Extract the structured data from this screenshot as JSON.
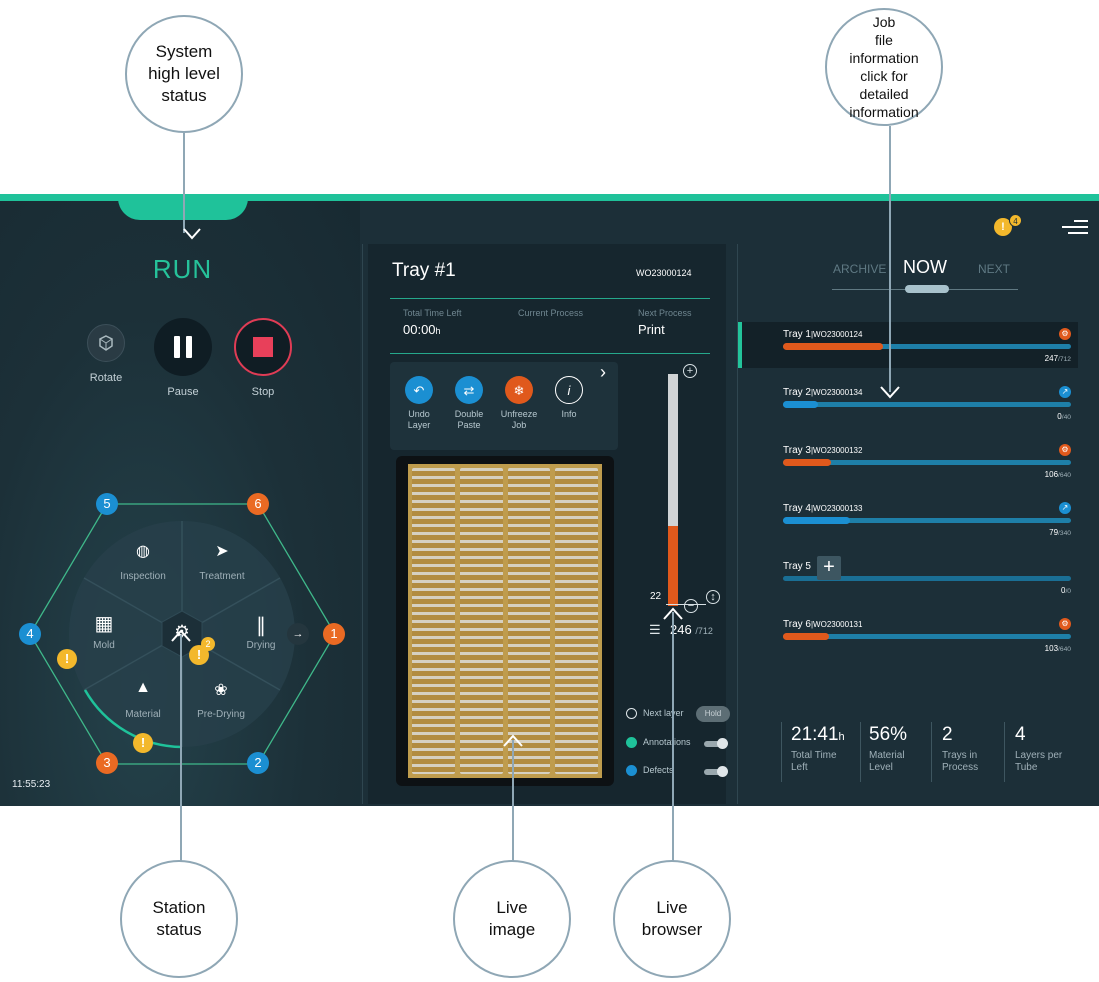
{
  "callouts": {
    "system_status": "System\nhigh level\nstatus",
    "job_file": "Job\nfile\ninformation\nclick for\ndetailed\ninformation",
    "station_status": "Station\nstatus",
    "live_image": "Live\nimage",
    "live_browser": "Live\nbrowser"
  },
  "system": {
    "status": "RUN",
    "controls": [
      {
        "label": "Rotate",
        "icon": "rotate-icon"
      },
      {
        "label": "Pause",
        "icon": "pause-icon"
      },
      {
        "label": "Stop",
        "icon": "stop-icon"
      }
    ],
    "clock": "11:55:23"
  },
  "stations": {
    "segments": [
      {
        "label": "Inspection",
        "icon": "camera-icon"
      },
      {
        "label": "Treatment",
        "icon": "arrow-right-circle-icon"
      },
      {
        "label": "Drying",
        "icon": "heat-waves-icon"
      },
      {
        "label": "Pre-Drying",
        "icon": "fan-icon"
      },
      {
        "label": "Material",
        "icon": "shapes-icon"
      },
      {
        "label": "Mold",
        "icon": "mold-icon"
      }
    ],
    "nodes": [
      "1",
      "2",
      "3",
      "4",
      "5",
      "6"
    ],
    "center_warning_count": "2",
    "colors": {
      "orange": "#ea6a23",
      "blue": "#1b8fd2",
      "warning": "#f3b82c",
      "line": "#3fb88a"
    }
  },
  "tray": {
    "title": "Tray #1",
    "work_order": "WO23000124",
    "total_time_left_label": "Total Time Left",
    "total_time_left_value": "00:00",
    "total_time_left_unit": "h",
    "current_process_label": "Current Process",
    "current_process_value": "",
    "next_process_label": "Next Process",
    "next_process_value": "Print",
    "tools": [
      {
        "label": "Undo\nLayer",
        "icon": "undo-icon",
        "color": "#1b8fd2"
      },
      {
        "label": "Double\nPaste",
        "icon": "double-paste-icon",
        "color": "#1b8fd2"
      },
      {
        "label": "Unfreeze\nJob",
        "icon": "snowflake-icon",
        "color": "#e0591c"
      },
      {
        "label": "Info",
        "icon": "info-icon",
        "color": "transparent"
      }
    ]
  },
  "browser": {
    "current_layer": "22",
    "total_layers_printed": "246",
    "total_layers": "/712",
    "progress_fraction": 0.345,
    "options": [
      {
        "label": "Next layer",
        "icon": "target-icon",
        "control": "Hold"
      },
      {
        "label": "Annotations",
        "icon": "annotation-icon",
        "control": "toggle"
      },
      {
        "label": "Defects",
        "icon": "defects-icon",
        "control": "toggle"
      }
    ]
  },
  "jobs": {
    "tabs": [
      "ARCHIVE",
      "NOW",
      "NEXT"
    ],
    "notification_count": "4",
    "list": [
      {
        "tray": "Tray 1",
        "wo": "|WO23000124",
        "done": "247",
        "total": "/712",
        "progress": 0.347,
        "color": "#e0591c",
        "status_icon": "process-icon",
        "selected": true
      },
      {
        "tray": "Tray 2",
        "wo": "|WO23000134",
        "done": "0",
        "total": "/40",
        "progress": 0.12,
        "color": "#1b8fd2",
        "status_icon": "trend-icon",
        "selected": false
      },
      {
        "tray": "Tray 3",
        "wo": "|WO23000132",
        "done": "106",
        "total": "/640",
        "progress": 0.166,
        "color": "#e0591c",
        "status_icon": "process-icon",
        "selected": false
      },
      {
        "tray": "Tray 4",
        "wo": "|WO23000133",
        "done": "79",
        "total": "/340",
        "progress": 0.232,
        "color": "#1b8fd2",
        "status_icon": "trend-icon",
        "selected": false
      },
      {
        "tray": "Tray 5",
        "wo": "",
        "done": "0",
        "total": "/0",
        "progress": 0,
        "color": "#1b8fd2",
        "status_icon": "add-icon",
        "selected": false
      },
      {
        "tray": "Tray 6",
        "wo": "|WO23000131",
        "done": "103",
        "total": "/640",
        "progress": 0.161,
        "color": "#e0591c",
        "status_icon": "process-icon",
        "selected": false
      }
    ]
  },
  "stats": [
    {
      "value": "21:41",
      "unit": "h",
      "label": "Total Time\nLeft"
    },
    {
      "value": "56%",
      "unit": "",
      "label": "Material\nLevel"
    },
    {
      "value": "2",
      "unit": "",
      "label": "Trays in\nProcess"
    },
    {
      "value": "4",
      "unit": "",
      "label": "Layers per\nTube"
    }
  ]
}
